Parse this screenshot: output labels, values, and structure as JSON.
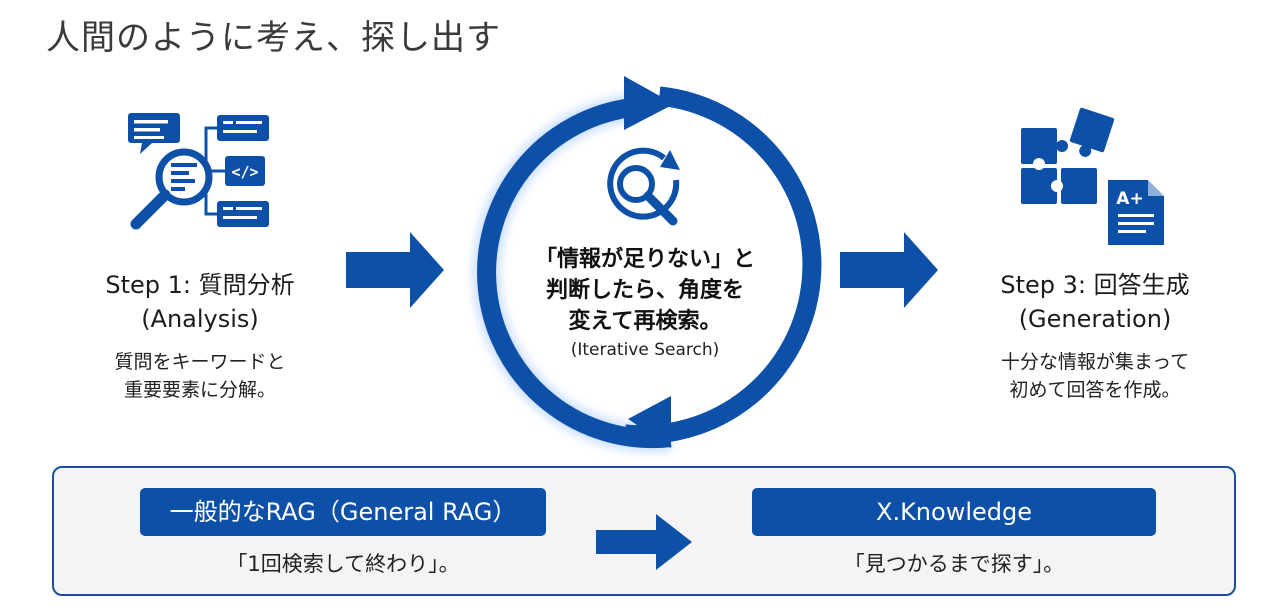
{
  "title": "人間のように考え、探し出す",
  "step1": {
    "title": "Step 1: 質問分析",
    "subtitle": "(Analysis)",
    "desc_line1": "質問をキーワードと",
    "desc_line2": "重要要素に分解。",
    "icon": "analysis-magnifier-icon"
  },
  "center": {
    "line1": "「情報が足りない」と",
    "line2": "判断したら、角度を",
    "line3": "変えて再検索。",
    "sub": "(Iterative Search)",
    "icon": "refresh-search-icon"
  },
  "step3": {
    "title": "Step 3: 回答生成",
    "subtitle": "(Generation)",
    "desc_line1": "十分な情報が集まって",
    "desc_line2": "初めて回答を作成。",
    "icon": "puzzle-document-icon",
    "doc_label": "A+"
  },
  "compare": {
    "left_label": "一般的なRAG（General RAG）",
    "left_text": "「1回検索して終わり」。",
    "right_label": "X.Knowledge",
    "right_text": "「見つかるまで探す」。"
  },
  "colors": {
    "primary": "#0d50a8",
    "border": "#1a4f9e",
    "panel": "#f4f4f4"
  }
}
